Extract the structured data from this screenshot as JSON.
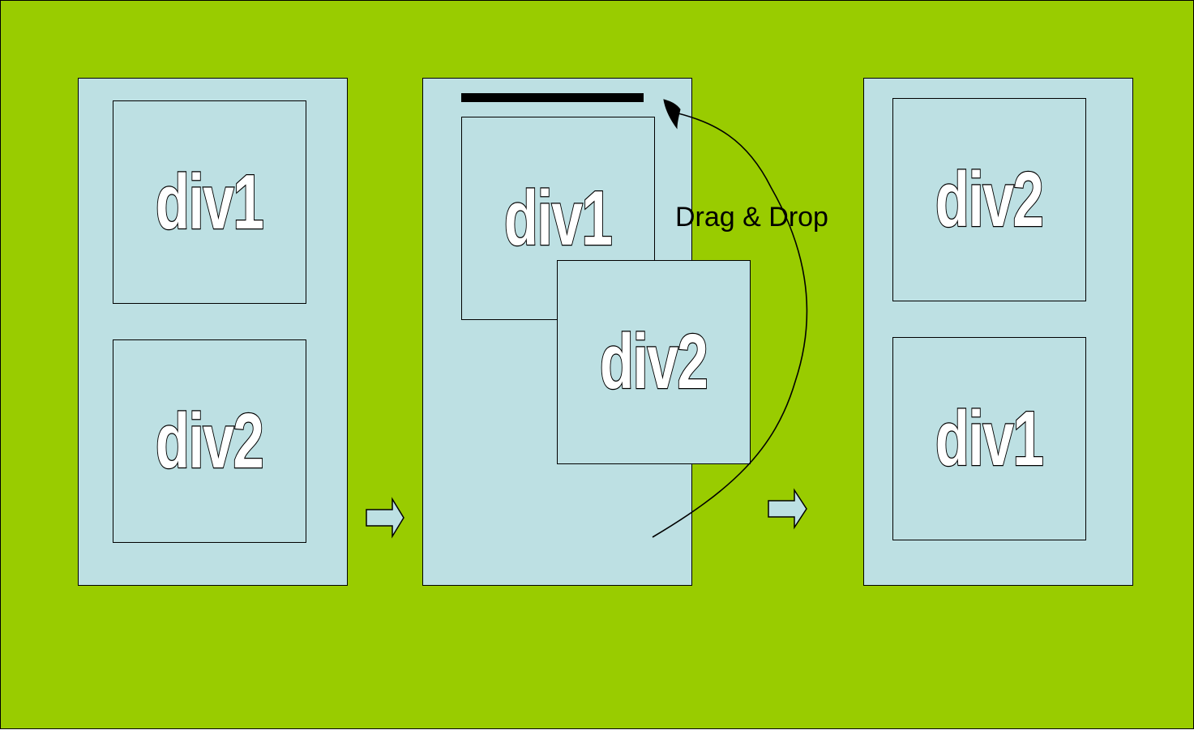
{
  "panels": [
    {
      "id": "before",
      "boxes": [
        {
          "label": "div1"
        },
        {
          "label": "div2"
        }
      ]
    },
    {
      "id": "dragging",
      "boxes": [
        {
          "label": "div1"
        },
        {
          "label": "div2"
        }
      ]
    },
    {
      "id": "after",
      "boxes": [
        {
          "label": "div2"
        },
        {
          "label": "div1"
        }
      ]
    }
  ],
  "annotation": {
    "text": "Drag & Drop"
  },
  "colors": {
    "background": "#99cc00",
    "panel": "#bde0e3",
    "stroke": "#000000",
    "label_fill": "#ffffff"
  }
}
